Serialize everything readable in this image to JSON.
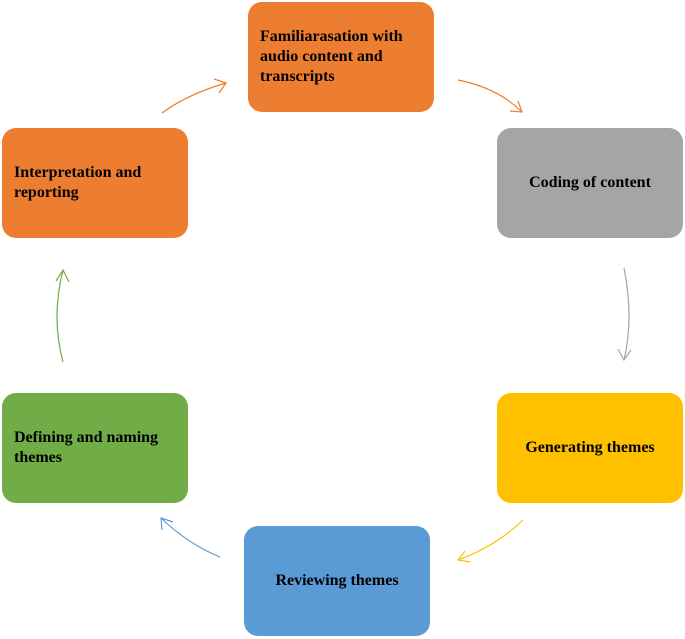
{
  "steps": [
    {
      "label": "Familiarasation with audio content and transcripts",
      "color": "#ED7D31"
    },
    {
      "label": "Coding of content",
      "color": "#A5A5A5"
    },
    {
      "label": "Generating themes",
      "color": "#FFC000"
    },
    {
      "label": "Reviewing themes",
      "color": "#5B9BD5"
    },
    {
      "label": "Defining and naming themes",
      "color": "#70AD47"
    },
    {
      "label": "Interpretation and reporting",
      "color": "#ED7D31"
    }
  ],
  "arrows": [
    {
      "from": 0,
      "to": 1,
      "color": "#ED7D31"
    },
    {
      "from": 1,
      "to": 2,
      "color": "#A5A5A5"
    },
    {
      "from": 2,
      "to": 3,
      "color": "#FFC000"
    },
    {
      "from": 3,
      "to": 4,
      "color": "#5B9BD5"
    },
    {
      "from": 4,
      "to": 5,
      "color": "#70AD47"
    },
    {
      "from": 5,
      "to": 0,
      "color": "#ED7D31"
    }
  ]
}
